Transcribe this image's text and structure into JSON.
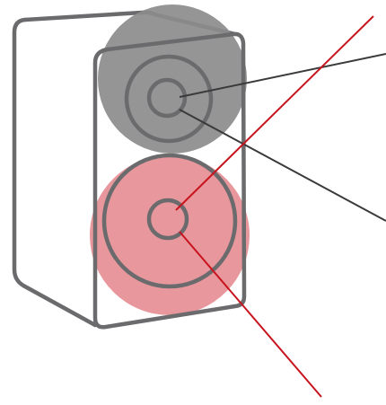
{
  "diagram": {
    "subject": "speaker-cabinet",
    "colors": {
      "outline": "#6b6b6e",
      "upper_highlight": "#8c8c8c",
      "lower_highlight": "#e58a8f",
      "upper_leader": "#3a3a3a",
      "lower_leader": "#c8141e",
      "background": "#ffffff"
    },
    "drivers": [
      {
        "name": "upper-driver",
        "highlight": "grey"
      },
      {
        "name": "lower-driver",
        "highlight": "red"
      }
    ]
  }
}
